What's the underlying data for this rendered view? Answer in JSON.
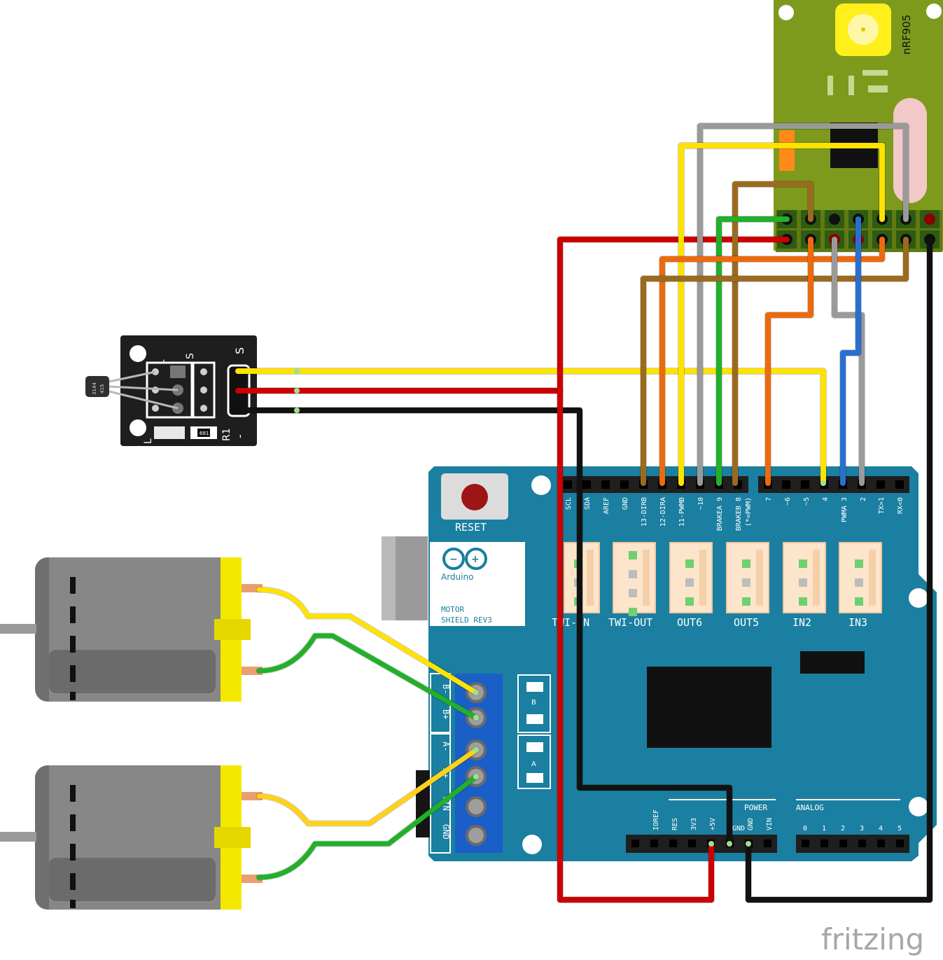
{
  "nrf": {
    "label": "nRF905"
  },
  "hall": {
    "chip_top": "3144",
    "chip_bottom": "415",
    "s_top": "S",
    "s_right": "S",
    "minus_top": "-",
    "minus_bottom": "-",
    "l_label": "L",
    "r1_label": "R1",
    "resistor_code": "681"
  },
  "shield": {
    "reset_label": "RESET",
    "logo_text": "Arduino",
    "title_line1": "MOTOR",
    "title_line2": "SHIELD REV3",
    "digital_pins": [
      "SCL",
      "SDA",
      "AREF",
      "GND",
      "13-DIRB",
      "12-DIRA",
      "11-PWMB",
      "~10",
      "BRAKEA 9",
      "BRAKEB 8",
      "(*=PWM)",
      "7",
      "~6",
      "~5",
      "4",
      "PWMA 3",
      "2",
      "TX>1",
      "RX<0"
    ],
    "connectors": [
      "TWI-IN",
      "TWI-OUT",
      "OUT6",
      "OUT5",
      "IN2",
      "IN3"
    ],
    "terminals": [
      "B-",
      "B+",
      "A-",
      "A+",
      "VIN",
      "GND"
    ],
    "led_b": "B",
    "led_a": "A",
    "power_header": "POWER",
    "power_pins": [
      "IOREF",
      "RES",
      "3V3",
      "+5V",
      "GND",
      "GND",
      "VIN"
    ],
    "analog_header": "ANALOG",
    "analog_pins": [
      "0",
      "1",
      "2",
      "3",
      "4",
      "5"
    ]
  },
  "watermark": "fritzing",
  "wire_colors": {
    "red": "#cc0000",
    "black": "#111111",
    "yellow": "#ffe300",
    "green": "#22b02a",
    "orange": "#ec6a0e",
    "brown": "#9a6b1e",
    "grey": "#9a9a9a",
    "blue": "#2a6fd0",
    "lightyellow": "#ffd21a"
  }
}
